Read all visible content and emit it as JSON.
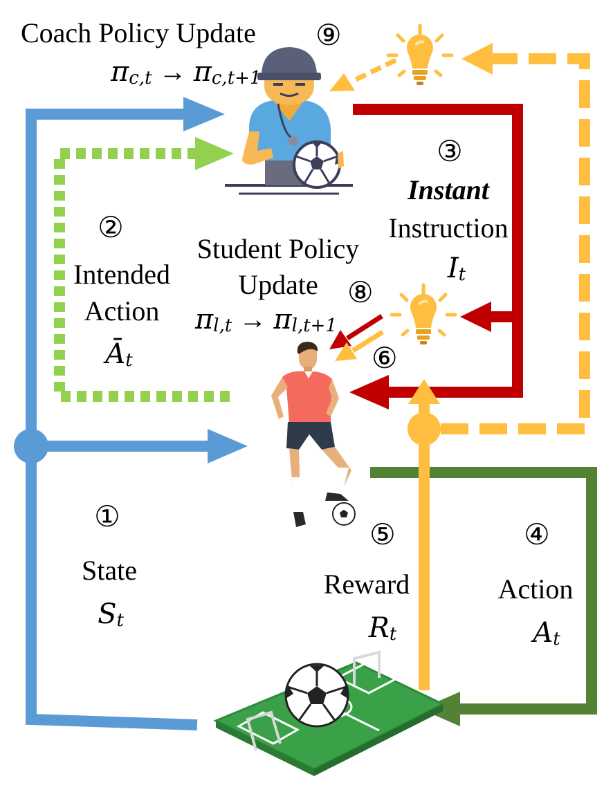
{
  "coach_update": {
    "title": "Coach Policy Update",
    "formula": "π_{c,t} → π_{c,t+1}",
    "formula_main_1": "π",
    "formula_sub_1": "c,t",
    "formula_arrow": "→",
    "formula_main_2": "π",
    "formula_sub_2": "c,t+1",
    "step": "⑨"
  },
  "student_update": {
    "title_line1": "Student Policy",
    "title_line2": "Update",
    "formula_main_1": "π",
    "formula_sub_1": "l,t",
    "formula_arrow": "→",
    "formula_main_2": "π",
    "formula_sub_2": "l,t+1",
    "step": "⑧"
  },
  "state": {
    "step": "①",
    "label": "State",
    "symbol": "S",
    "subscript": "t"
  },
  "intended_action": {
    "step": "②",
    "label_line1": "Intended",
    "label_line2": "Action",
    "symbol": "Ā",
    "subscript": "t"
  },
  "instruction": {
    "step": "③",
    "label_line1": "Instant",
    "label_line2": "Instruction",
    "symbol": "I",
    "subscript": "t"
  },
  "action": {
    "step": "④",
    "label": "Action",
    "symbol": "A",
    "subscript": "t"
  },
  "reward": {
    "step": "⑤",
    "label": "Reward",
    "symbol": "R",
    "subscript": "t"
  },
  "insight": {
    "step": "⑥"
  },
  "colors": {
    "state": "#5b9bd5",
    "intended_action": "#92d050",
    "instruction": "#c00000",
    "action": "#548235",
    "reward": "#ffc000",
    "feedback": "#ffbe40",
    "field": "#3aa148"
  },
  "icons": [
    "coach-icon",
    "student-player-icon",
    "soccer-field-icon",
    "lightbulb-icon"
  ]
}
